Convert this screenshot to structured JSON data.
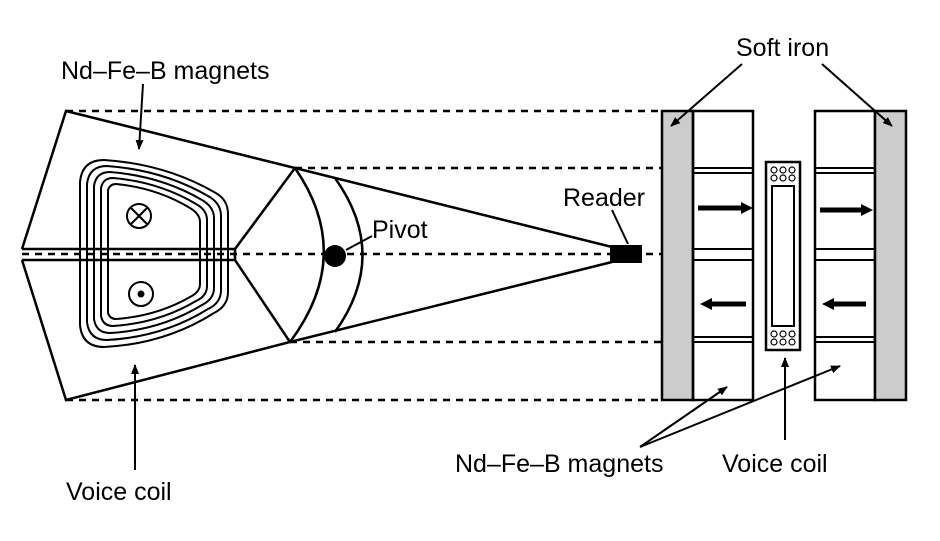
{
  "diagram": {
    "title": "",
    "labels": {
      "magnets_top": "Nd–Fe–B magnets",
      "voice_coil_left": "Voice coil",
      "pivot": "Pivot",
      "reader": "Reader",
      "soft_iron": "Soft iron",
      "magnets_bottom": "Nd–Fe–B magnets",
      "voice_coil_right": "Voice coil"
    },
    "colors": {
      "line": "#000000",
      "soft_iron_fill": "#cccccc",
      "background": "#ffffff"
    }
  }
}
